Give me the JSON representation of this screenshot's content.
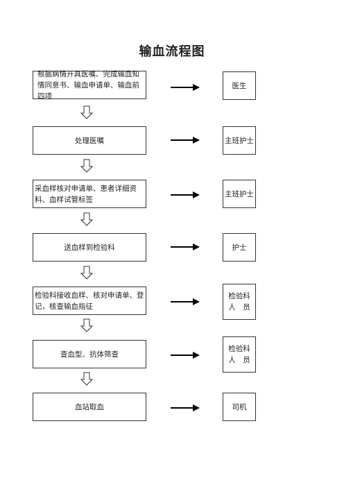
{
  "title": "输血流程图",
  "steps": [
    {
      "text": "根据病情开具医嘱、完成输血知情同意书、输血申请单、输血前四项",
      "role": "医生"
    },
    {
      "text": "处理医嘱",
      "role": "主班护士"
    },
    {
      "text": "采血样核对申请单、患者详细资料、血样试管标签",
      "role": "主班护士"
    },
    {
      "text": "送血样到检验科",
      "role": "护士"
    },
    {
      "text": "检验科接收血样、核对申请单、登记，核查输血指征",
      "role": "检验科\n人　员"
    },
    {
      "text": "查血型、抗体筛查",
      "role": "检验科\n人　员"
    },
    {
      "text": "血站取血",
      "role": "司机"
    }
  ]
}
